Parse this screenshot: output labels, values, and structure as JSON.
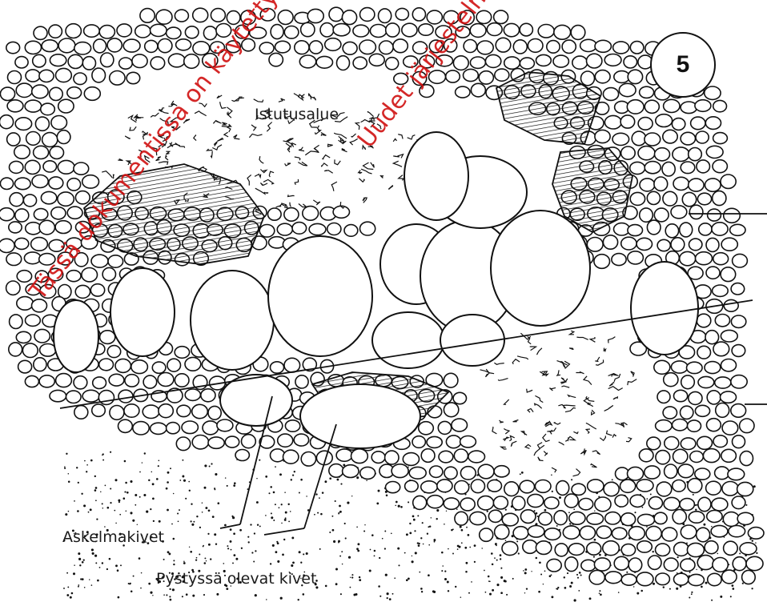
{
  "figure": {
    "number": "5",
    "labels": {
      "planting_area": "Istutusalue",
      "stepping_stones": "Askelmakivet",
      "upright_stones": "Pystyssä olevat kivet"
    }
  },
  "watermark": {
    "line1": "Tässä dokumentissa on käytetty",
    "line2": "Uudet järjestelmät"
  },
  "colors": {
    "ink": "#111111",
    "watermark": "#d01010",
    "background": "#ffffff"
  }
}
